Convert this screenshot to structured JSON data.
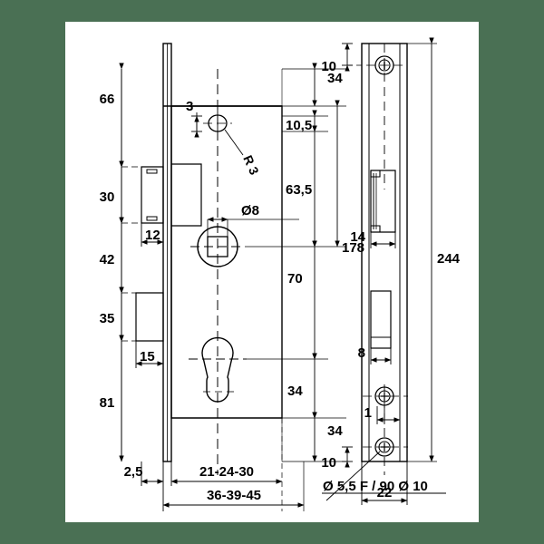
{
  "drawing": {
    "title": "mortise-lock-technical-drawing",
    "background_color": "#4a7054",
    "paper_color": "#ffffff",
    "line_color": "#000000",
    "views": {
      "front": "front-view-lock-body",
      "side": "side-view-faceplate"
    }
  },
  "dimensions": {
    "left_chain": [
      {
        "id": "d-66",
        "value": "66"
      },
      {
        "id": "d-30",
        "value": "30"
      },
      {
        "id": "d-42",
        "value": "42"
      },
      {
        "id": "d-35",
        "value": "35"
      },
      {
        "id": "d-81",
        "value": "81"
      }
    ],
    "right_chain": [
      {
        "id": "d-34-top",
        "value": "34"
      },
      {
        "id": "d-105",
        "value": "10,5"
      },
      {
        "id": "d-635",
        "value": "63,5"
      },
      {
        "id": "d-178",
        "value": "178"
      },
      {
        "id": "d-70",
        "value": "70"
      },
      {
        "id": "d-34-mid",
        "value": "34"
      },
      {
        "id": "d-34-bottom",
        "value": "34"
      }
    ],
    "front_internal": [
      {
        "id": "d-3",
        "value": "3"
      },
      {
        "id": "d-12",
        "value": "12"
      },
      {
        "id": "d-15",
        "value": "15"
      },
      {
        "id": "d-dia8",
        "value": "Ø8"
      },
      {
        "id": "d-r3",
        "value": "R 3"
      }
    ],
    "bottom_chain": [
      {
        "id": "d-25",
        "value": "2,5"
      },
      {
        "id": "d-backset",
        "value": "21-24-30"
      },
      {
        "id": "d-overall",
        "value": "36-39-45"
      }
    ],
    "side_view": [
      {
        "id": "d-10-top",
        "value": "10"
      },
      {
        "id": "d-14",
        "value": "14"
      },
      {
        "id": "d-244",
        "value": "244"
      },
      {
        "id": "d-8",
        "value": "8"
      },
      {
        "id": "d-1",
        "value": "1"
      },
      {
        "id": "d-10-bottom",
        "value": "10"
      },
      {
        "id": "d-22",
        "value": "22"
      }
    ],
    "notes": [
      {
        "id": "note-screw",
        "value": "Ø 5,5 F / 90 Ø 10"
      }
    ]
  }
}
